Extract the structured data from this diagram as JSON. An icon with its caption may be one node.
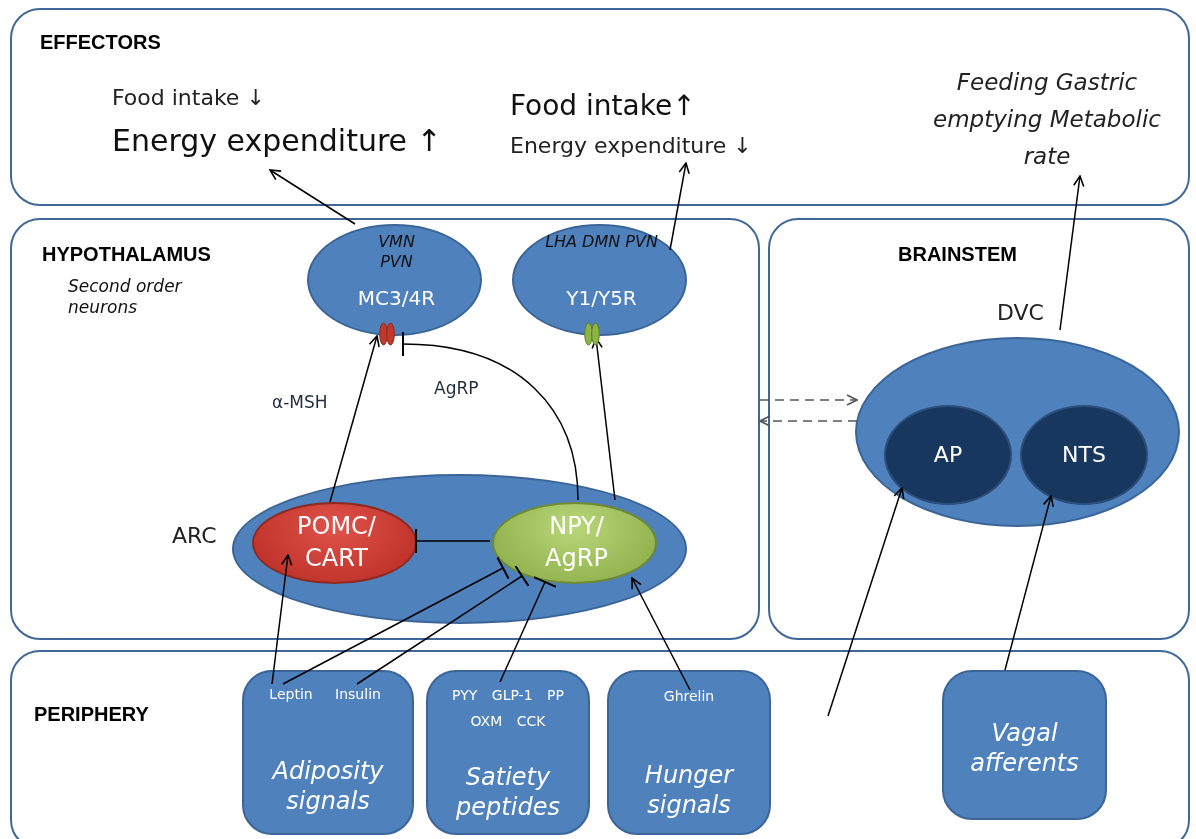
{
  "diagram": {
    "nodes": [
      {
        "text": [
          "EFFECTORS"
        ]
      },
      {
        "text": [
          "Food intake ↓",
          "Energy expenditure ↑"
        ],
        "in": 0
      },
      {
        "text": [
          "Food intake↑",
          "Energy expenditure ↓"
        ],
        "in": 0
      },
      {
        "text": [
          "Feeding Gastric emptying Metabolic rate"
        ],
        "in": 0
      },
      {
        "text": [
          "HYPOTHALAMUS",
          "Second order neurons"
        ]
      },
      {
        "text": [
          "VMN PVN",
          "MC3/4R"
        ],
        "in": 4
      },
      {
        "text": [
          "LHA DMN PVN",
          "Y1/Y5R"
        ],
        "in": 4
      },
      {
        "text": [
          "ARC"
        ],
        "in": 4
      },
      {
        "text": [
          "POMC/ CART"
        ],
        "in": 7
      },
      {
        "text": [
          "NPY/ AgRP"
        ],
        "in": 7
      },
      {
        "text": [
          "BRAINSTEM"
        ]
      },
      {
        "text": [
          "DVC"
        ],
        "in": 10
      },
      {
        "text": [
          "AP"
        ],
        "in": 11
      },
      {
        "text": [
          "NTS"
        ],
        "in": 11
      },
      {
        "text": [
          "PERIPHERY"
        ]
      },
      {
        "text": [
          "Adiposity signals"
        ],
        "in": 14
      },
      {
        "text": [
          "Leptin"
        ],
        "in": 15
      },
      {
        "text": [
          "Insulin"
        ],
        "in": 15
      },
      {
        "text": [
          "PYY GLP-1 PP OXM CCK",
          "Satiety peptides"
        ],
        "in": 14
      },
      {
        "text": [
          "Ghrelin",
          "Hunger signals"
        ],
        "in": 14
      },
      {
        "text": [
          "Vagal afferents"
        ],
        "in": 14
      }
    ],
    "edges": [
      {
        "from": 5,
        "to": 1,
        "arrow": "to"
      },
      {
        "from": 6,
        "to": 2,
        "arrow": "to"
      },
      {
        "from": 11,
        "to": 3,
        "arrow": "to"
      },
      {
        "from": 8,
        "to": 5,
        "arrow": "to",
        "label": "α-MSH"
      },
      {
        "from": 9,
        "to": 5,
        "arrow": "other",
        "label": "AgRP"
      },
      {
        "from": 9,
        "to": 6,
        "arrow": "to"
      },
      {
        "from": 9,
        "to": 8,
        "arrow": "other"
      },
      {
        "from": 16,
        "to": 8,
        "arrow": "to"
      },
      {
        "from": 16,
        "to": 9,
        "arrow": "other"
      },
      {
        "from": 17,
        "to": 9,
        "arrow": "other"
      },
      {
        "from": 18,
        "to": 9,
        "arrow": "other"
      },
      {
        "from": 19,
        "to": 9,
        "arrow": "to"
      },
      {
        "from": 4,
        "to": 11,
        "arrow": "to",
        "style": "dashed",
        "color": "#555555"
      },
      {
        "from": 11,
        "to": 4,
        "arrow": "to",
        "style": "dashed",
        "color": "#555555"
      },
      {
        "from": null,
        "to": 12,
        "arrow": "to"
      },
      {
        "from": 20,
        "to": 13,
        "arrow": "to"
      }
    ]
  }
}
